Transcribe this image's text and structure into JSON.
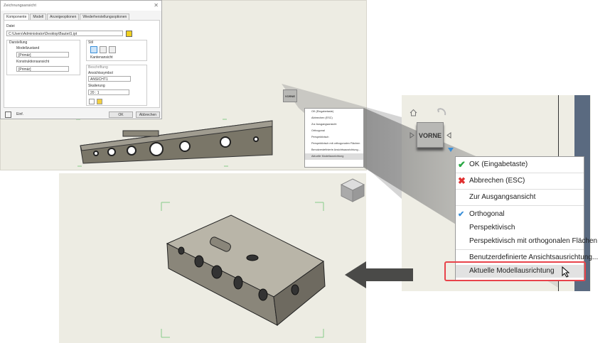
{
  "dialog": {
    "title": "Zeichnungsansicht",
    "tabs": [
      "Komponente",
      "Modell",
      "Anzeigeoptionen",
      "Wiederherstellungsoptionen"
    ],
    "file_label": "Datei",
    "file_value": "C:\\Users\\Administrator\\Desktop\\Bauteil1.ipt",
    "representation_label": "Darstellung",
    "model_state_label": "Modellzustand",
    "model_state_value": "[Primär]",
    "design_view_label": "Konstruktionsansicht",
    "design_view_value": "[Primär]",
    "style_label": "Stil",
    "hidden_lines_label": "Kantenansicht",
    "label_group": "Beschriftung",
    "view_symbol_label": "Ansichtssymbol",
    "view_symbol_value": "ANSICHT1",
    "scale_label": "Skalierung",
    "scale_value": "20 : 1",
    "preview_label": "Einf.",
    "ok_label": "OK",
    "cancel_label": "Abbrechen"
  },
  "viewcube": {
    "face_label": "VORNE"
  },
  "context_menu": {
    "items": [
      {
        "label": "OK (Eingabetaste)",
        "icon": "check-icon"
      },
      {
        "label": "Abbrechen (ESC)",
        "icon": "x-icon"
      },
      {
        "label": "Zur Ausgangsansicht"
      },
      {
        "label": "Orthogonal",
        "checked": true
      },
      {
        "label": "Perspektivisch"
      },
      {
        "label": "Perspektivisch mit orthogonalen Flächen"
      },
      {
        "label": "Benutzerdefinierte Ansichtsausrichtung..."
      },
      {
        "label": "Aktuelle Modellausrichtung",
        "highlighted": true
      }
    ]
  },
  "colors": {
    "highlight": "#e8434a",
    "check": "#2aa844",
    "cancel": "#e03030",
    "accent": "#3a8fd8"
  }
}
